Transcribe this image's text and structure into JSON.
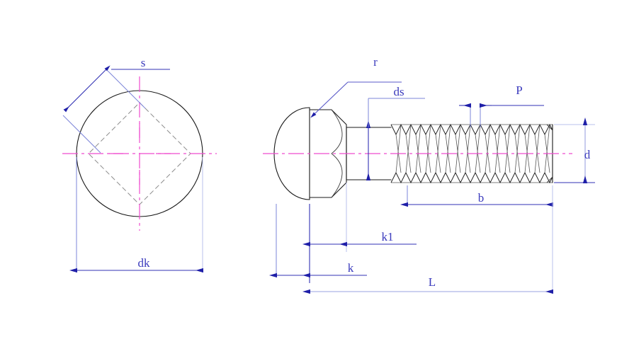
{
  "drawing": {
    "title": "Carriage Bolt Dimensioned Drawing",
    "background_color": "#ffffff",
    "colors": {
      "outline": "#1a1a1a",
      "hidden_edge": "#8c8c8c",
      "centerline": "#ef4ccf",
      "dimension_line": "#3232b4",
      "dimension_line_pale": "#9aa3e0",
      "extension_line": "#7b84d8",
      "label_text": "#3b3bbd"
    },
    "views": [
      {
        "name": "end-view",
        "description": "circular head with hidden square neck outline"
      },
      {
        "name": "side-view",
        "description": "domed head, square neck, plain shank and threaded shank"
      }
    ]
  },
  "dimensions": {
    "s": {
      "label": "s",
      "view": "end-view",
      "orientation": "diagonal",
      "meaning": "square neck across flats"
    },
    "dk": {
      "label": "dk",
      "view": "end-view",
      "orientation": "horizontal",
      "meaning": "head diameter"
    },
    "r": {
      "label": "r",
      "view": "side-view",
      "orientation": "leader",
      "meaning": "head underside radius"
    },
    "ds": {
      "label": "ds",
      "view": "side-view",
      "orientation": "vertical",
      "meaning": "plain shank diameter"
    },
    "p": {
      "label": "P",
      "view": "side-view",
      "orientation": "horizontal",
      "meaning": "thread pitch"
    },
    "d": {
      "label": "d",
      "view": "side-view",
      "orientation": "vertical",
      "meaning": "thread major diameter"
    },
    "b": {
      "label": "b",
      "view": "side-view",
      "orientation": "horizontal",
      "meaning": "thread length"
    },
    "k1": {
      "label": "k1",
      "view": "side-view",
      "orientation": "horizontal",
      "meaning": "head plus square neck height"
    },
    "k": {
      "label": "k",
      "view": "side-view",
      "orientation": "horizontal",
      "meaning": "head height"
    },
    "l": {
      "label": "L",
      "view": "side-view",
      "orientation": "horizontal",
      "meaning": "overall bolt length"
    }
  }
}
